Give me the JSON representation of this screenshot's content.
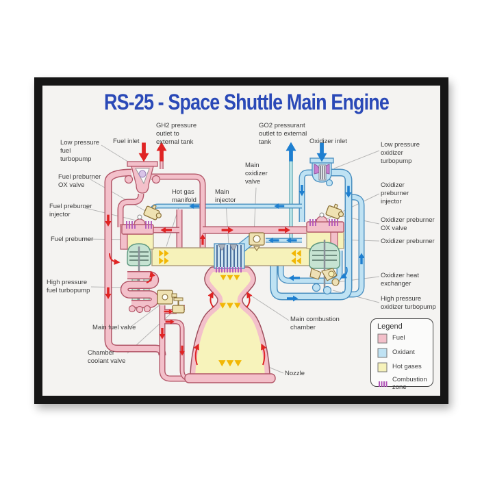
{
  "title": "RS-25 - Space Shuttle Main Engine",
  "colors": {
    "title_text": "#2a49b7",
    "fuel": "#f3c0ca",
    "fuel_outline": "#b25668",
    "oxidant": "#bfe2f3",
    "oxidant_outline": "#4a8fc0",
    "hot_gases": "#f6f2ba",
    "hot_gases_outline": "#ab9a78",
    "combustion_zone": "#b055b8",
    "red_arrow": "#e02424",
    "blue_arrow": "#1e7fd0",
    "yellow_arrow": "#f2b705",
    "canvas_bg": "#f4f3f1",
    "frame": "#161616"
  },
  "labels": {
    "low_pressure_fuel_turbopump": "Low pressure\nfuel\nturbopump",
    "fuel_preburner_ox_valve": "Fuel preburner\nOX valve",
    "fuel_preburner_injector": "Fuel preburner\ninjector",
    "fuel_preburner": "Fuel preburner",
    "high_pressure_fuel_turbopump": "High pressure\nfuel turbopump",
    "main_fuel_valve": "Main fuel valve",
    "chamber_coolant_valve": "Chamber\ncoolant valve",
    "fuel_inlet": "Fuel inlet",
    "gh2_outlet": "GH2 pressure\noutlet to\nexternal tank",
    "go2_outlet": "GO2 pressurant\noutlet to external\ntank",
    "oxidizer_inlet": "Oxidizer inlet",
    "main_oxidizer_valve": "Main\noxidizer\nvalve",
    "hot_gas_manifold": "Hot gas\nmanifold",
    "main_injector": "Main\ninjector",
    "low_pressure_oxidizer_turbopump": "Low pressure\noxidizer\nturbopump",
    "oxidizer_preburner_injector": "Oxidizer\npreburner\ninjector",
    "oxidizer_preburner_ox_valve": "Oxidizer preburner\nOX valve",
    "oxidizer_preburner": "Oxidizer preburner",
    "oxidizer_heat_exchanger": "Oxidizer heat\nexchanger",
    "high_pressure_oxidizer_turbopump": "High pressure\noxidizer turbopump",
    "main_combustion_chamber": "Main combustion\nchamber",
    "nozzle": "Nozzle"
  },
  "legend": {
    "title": "Legend",
    "items": [
      {
        "key": "fuel",
        "label": "Fuel"
      },
      {
        "key": "oxidant",
        "label": "Oxidant"
      },
      {
        "key": "hot_gases",
        "label": "Hot gases"
      },
      {
        "key": "combustion_zone",
        "label": "Combustion zone"
      }
    ]
  }
}
